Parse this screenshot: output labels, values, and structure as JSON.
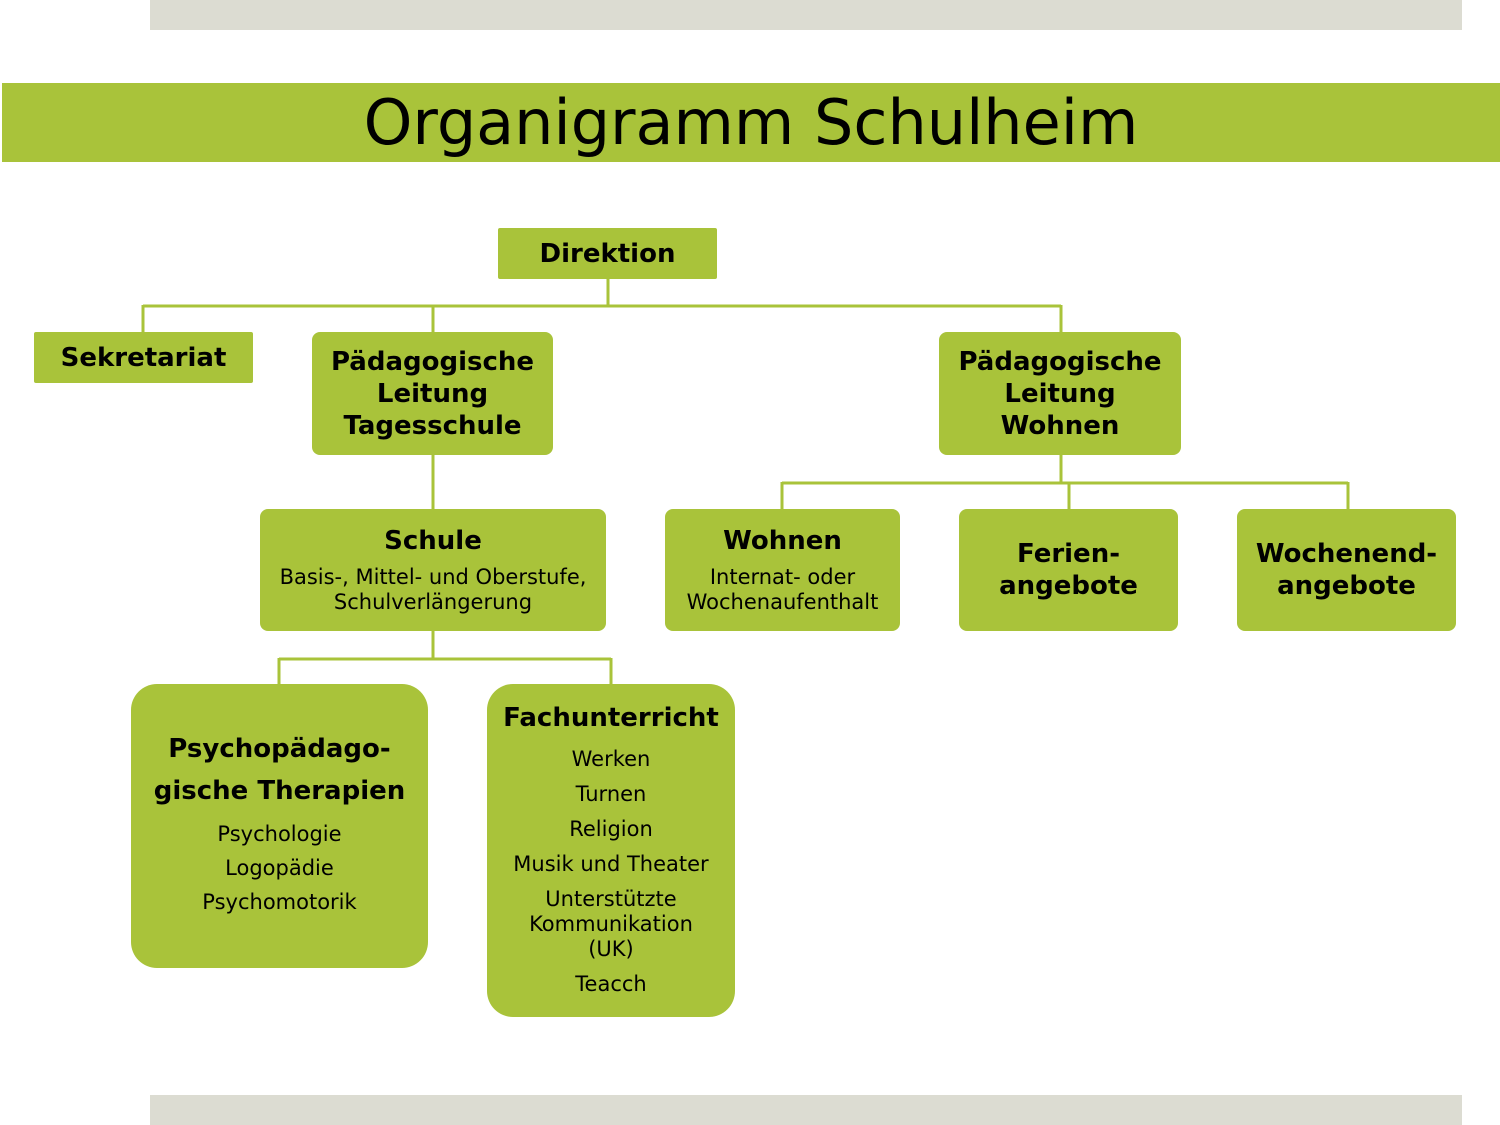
{
  "title": "Organigramm Schulheim",
  "nodes": {
    "direktion": {
      "title": "Direktion"
    },
    "sekretariat": {
      "title": "Sekretariat"
    },
    "paed_leitung_tagesschule": {
      "title_lines": [
        "Pädagogische",
        "Leitung",
        "Tagesschule"
      ]
    },
    "paed_leitung_wohnen": {
      "title_lines": [
        "Pädagogische",
        "Leitung",
        "Wohnen"
      ]
    },
    "schule": {
      "title": "Schule",
      "detail_lines": [
        "Basis-, Mittel- und Oberstufe,",
        "Schulverlängerung"
      ]
    },
    "wohnen": {
      "title": "Wohnen",
      "detail_lines": [
        "Internat- oder",
        "Wochenaufenthalt"
      ]
    },
    "ferienangebote": {
      "title_lines": [
        "Ferien-",
        "angebote"
      ]
    },
    "wochenendangebote": {
      "title_lines": [
        "Wochenend-",
        "angebote"
      ]
    },
    "psychopaedagogische_therapien": {
      "title_lines": [
        "Psychopädago-",
        "gische Therapien"
      ],
      "items": [
        "Psychologie",
        "Logopädie",
        "Psychomotorik"
      ]
    },
    "fachunterricht": {
      "title": "Fachunterricht",
      "items": [
        "Werken",
        "Turnen",
        "Religion",
        "Musik und Theater",
        "Unterstützte\nKommunikation\n(UK)",
        "Teacch"
      ]
    }
  },
  "colors": {
    "node_fill": "#a9c33a",
    "connector": "#a9c33a",
    "band": "#dcdcd2"
  }
}
